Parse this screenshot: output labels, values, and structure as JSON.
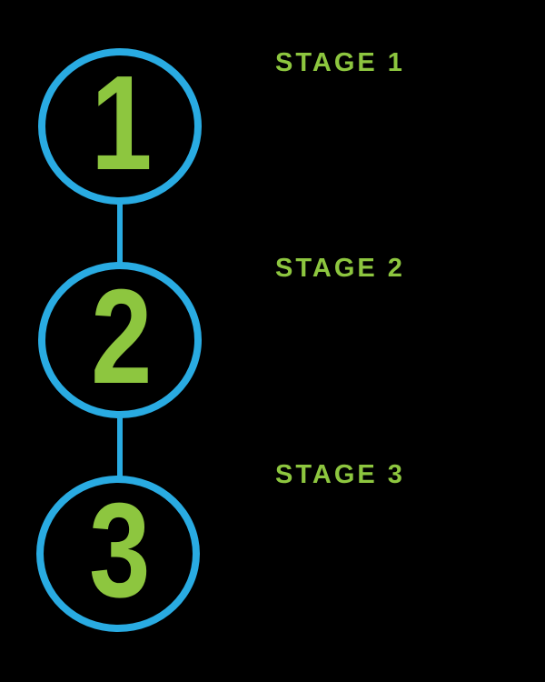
{
  "diagram": {
    "title": "three-stage vertical process diagram",
    "background_color": "#000000",
    "colors": {
      "circle_stroke": "#29abe2",
      "connector": "#29abe2",
      "number_text": "#8dc63f",
      "label_text": "#8dc63f"
    },
    "stages": [
      {
        "number": "1",
        "label": "STAGE 1"
      },
      {
        "number": "2",
        "label": "STAGE 2"
      },
      {
        "number": "3",
        "label": "STAGE 3"
      }
    ]
  }
}
